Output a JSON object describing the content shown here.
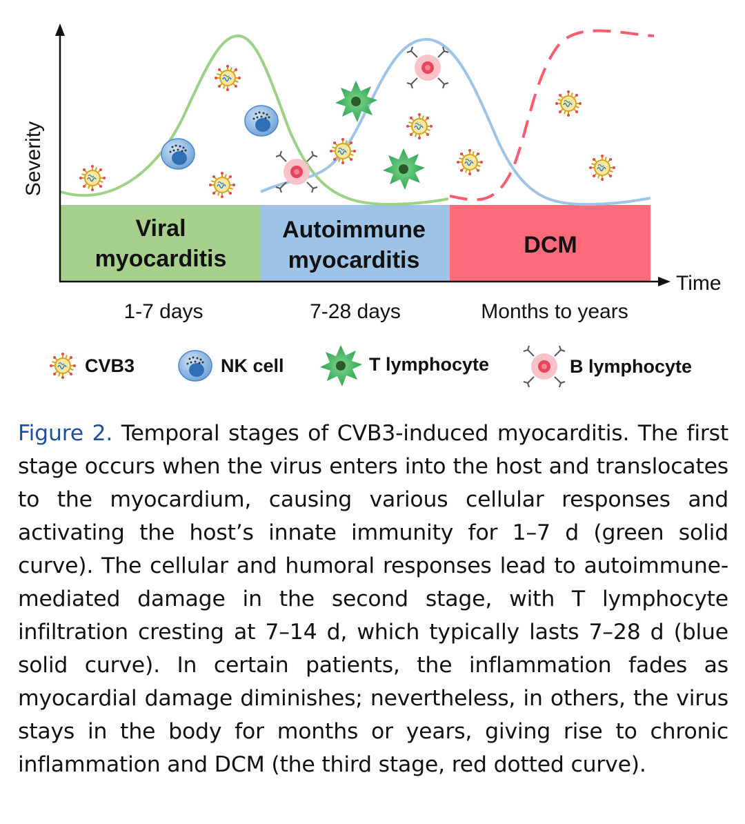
{
  "axes": {
    "y_label": "Severity",
    "x_label": "Time"
  },
  "stages": [
    {
      "line1": "Viral",
      "line2": "myocarditis",
      "duration": "1-7 days",
      "color": "#a8d08d"
    },
    {
      "line1": "Autoimmune",
      "line2": "myocarditis",
      "duration": "7-28 days",
      "color": "#9dc3e6"
    },
    {
      "line1": "DCM",
      "line2": "",
      "duration": "Months to years",
      "color": "#ff6b7a"
    }
  ],
  "curve_colors": {
    "viral": "#9cd283",
    "autoimmune": "#9dc3e6",
    "dcm": "#ff5a6e"
  },
  "legend": [
    {
      "label": "CVB3",
      "icon": "virus-icon"
    },
    {
      "label": "NK cell",
      "icon": "nk-cell-icon"
    },
    {
      "label": "T lymphocyte",
      "icon": "t-lymphocyte-icon"
    },
    {
      "label": "B lymphocyte",
      "icon": "b-lymphocyte-icon"
    }
  ],
  "caption": {
    "label": "Figure 2.",
    "text": " Temporal stages of CVB3-induced myocarditis. The first stage occurs when the virus enters into the host and translocates to the myocardium, causing various cellular responses and activating the host’s innate immunity for 1–7 d (green solid curve). The cellular and humoral responses lead to autoimmune-mediated damage in the second stage, with T lymphocyte infiltration cresting at 7–14 d, which typically lasts 7–28 d (blue solid curve). In certain patients, the inflammation fades as myocardial damage diminishes; nevertheless, in others, the virus stays in the body for months or years, giving rise to chronic inflammation and DCM (the third stage, red dotted curve)."
  }
}
